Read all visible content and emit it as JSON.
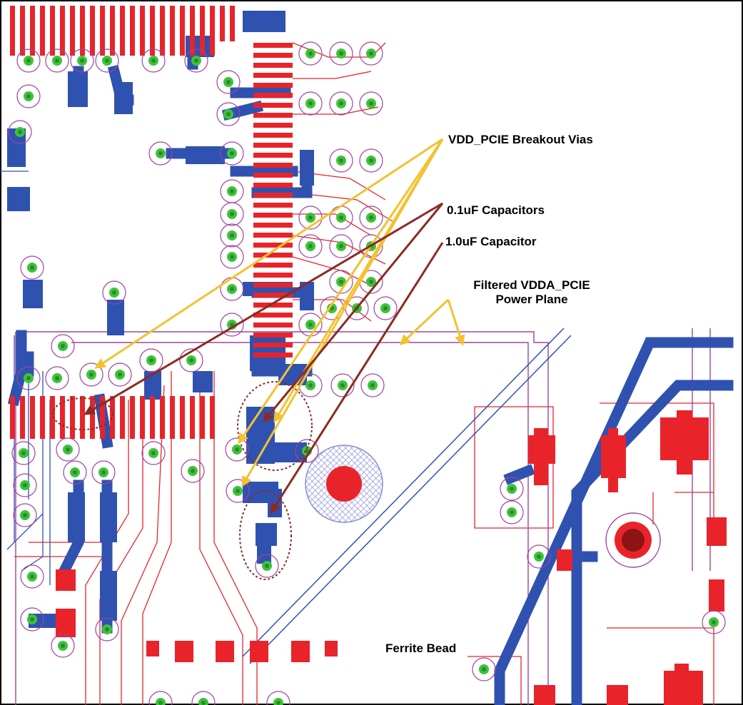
{
  "annotations": {
    "breakout_vias": "VDD_PCIE Breakout Vias",
    "capacitors_01uf": "0.1uF Capacitors",
    "capacitor_10uf": "1.0uF Capacitor",
    "power_plane_line1": "Filtered VDDA_PCIE",
    "power_plane_line2": "Power Plane",
    "ferrite_bead": "Ferrite Bead"
  },
  "colors": {
    "top_copper": "#e8242a",
    "bottom_copper": "#2f52b0",
    "via_pad": "#3ec23a",
    "via_ring": "#a0449e",
    "plane_outline": "#a0449e",
    "arrow_vias": "#f2c230",
    "arrow_caps": "#8b2b22",
    "highlight_circle": "#8b2b22"
  },
  "icons": {
    "via": "plated-through-via",
    "mounting_hole": "crosshatch-mounting-hole"
  }
}
